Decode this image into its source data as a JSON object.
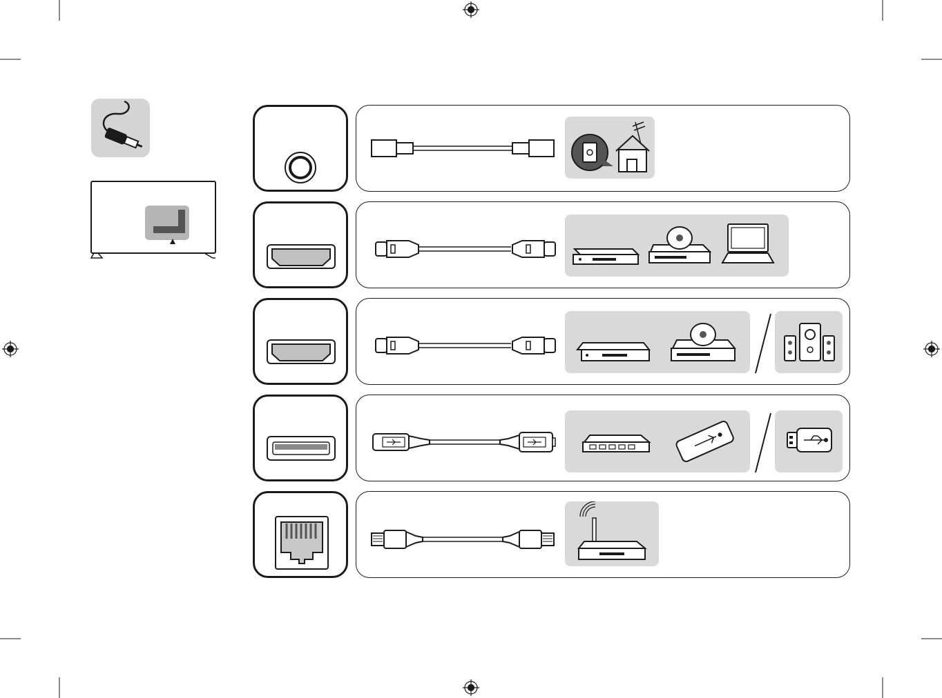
{
  "page": {
    "kind": "connection-diagram"
  },
  "header": {
    "icon": "cable-plug-icon"
  },
  "tv_diagram": {
    "icon": "tv-rear-panel-icon",
    "indicator": "triangle-up-icon"
  },
  "rows": [
    {
      "id": "antenna",
      "port_icon": "antenna-port-icon",
      "cable_icon": "coaxial-cable-icon",
      "devices": [
        "wall-antenna-icon",
        "house-antenna-icon"
      ],
      "extra_devices": []
    },
    {
      "id": "hdmi-1",
      "port_icon": "hdmi-port-icon",
      "cable_icon": "hdmi-cable-icon",
      "devices": [
        "set-top-box-icon",
        "dvd-player-icon",
        "laptop-icon"
      ],
      "extra_devices": []
    },
    {
      "id": "hdmi-2",
      "port_icon": "hdmi-port-icon",
      "cable_icon": "hdmi-cable-icon",
      "devices": [
        "set-top-box-icon",
        "dvd-player-icon"
      ],
      "extra_devices": [
        "speaker-system-icon"
      ]
    },
    {
      "id": "usb",
      "port_icon": "usb-port-icon",
      "cable_icon": "usb-cable-icon",
      "devices": [
        "usb-hub-icon",
        "external-hdd-icon"
      ],
      "extra_devices": [
        "usb-flash-drive-icon"
      ]
    },
    {
      "id": "lan",
      "port_icon": "lan-port-icon",
      "cable_icon": "lan-cable-icon",
      "devices": [
        "router-icon"
      ],
      "extra_devices": []
    }
  ],
  "colors": {
    "line": "#1a1a1a",
    "panel": "#d9d9d9",
    "dark": "#555555",
    "background": "#ffffff"
  }
}
